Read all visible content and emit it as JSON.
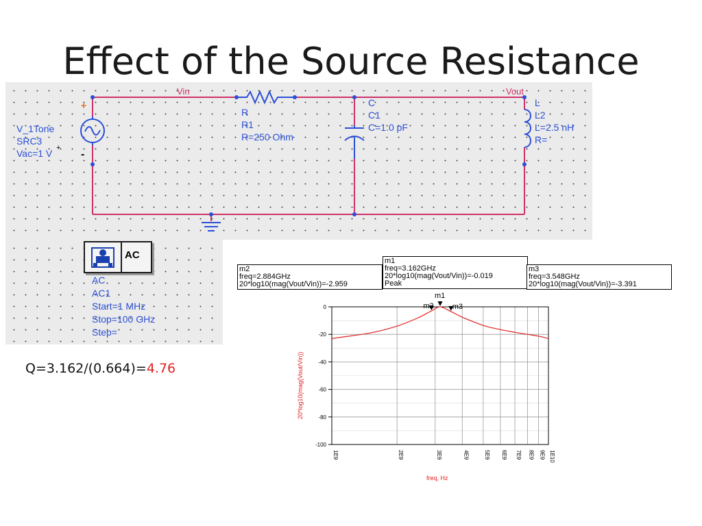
{
  "title": "Effect of the Source Resistance",
  "schematic": {
    "nodes": {
      "vin": "Vin",
      "vout": "Vout"
    },
    "source": {
      "type": "V_1Tone",
      "name": "SRC3",
      "param": "Vac=1 V",
      "plus": "+",
      "minus": "-",
      "plus_small": "+"
    },
    "resistor": {
      "type": "R",
      "name": "R1",
      "param": "R=250 Ohm"
    },
    "capacitor": {
      "type": "C",
      "name": "C1",
      "param": "C=1.0 pF"
    },
    "inductor": {
      "type": "L",
      "name": "L2",
      "param": "L=2.5 nH",
      "param2": "R="
    },
    "ac_sim": {
      "badge": "AC",
      "type": "AC",
      "name": "AC1",
      "start": "Start=1 MHz",
      "stop": "Stop=100 GHz",
      "step": "Step="
    }
  },
  "q_formula": {
    "prefix": "Q=3.162/(0.664)=",
    "value": "4.76"
  },
  "markers": {
    "m1": {
      "name": "m1",
      "freq": "freq=3.162GHz",
      "val": "20*log10(mag(Vout/Vin))=-0.019",
      "extra": "Peak"
    },
    "m2": {
      "name": "m2",
      "freq": "freq=2.884GHz",
      "val": "20*log10(mag(Vout/Vin))=-2.959"
    },
    "m3": {
      "name": "m3",
      "freq": "freq=3.548GHz",
      "val": "20*log10(mag(Vout/Vin))=-3.391"
    }
  },
  "colors": {
    "wire": "#d0306a",
    "blue": "#2a4fd6",
    "trace": "#e02020"
  },
  "chart_data": {
    "type": "line",
    "xlabel": "freq, Hz",
    "ylabel": "20*log10(mag(Vout/Vin))",
    "xscale": "log",
    "xlim": [
      1000000000.0,
      10000000000.0
    ],
    "ylim": [
      -100,
      0
    ],
    "yticks": [
      "0",
      "-20",
      "-40",
      "-60",
      "-80",
      "-100"
    ],
    "xticks": [
      "1E9",
      "2E9",
      "3E9",
      "4E9",
      "5E9",
      "6E9",
      "7E9",
      "8E9",
      "9E9",
      "1E10"
    ],
    "series": [
      {
        "x": [
          1000000000.0,
          1500000000.0,
          2000000000.0,
          2500000000.0,
          2884000000.0,
          3162000000.0,
          3548000000.0,
          4000000000.0,
          5000000000.0,
          6000000000.0,
          7000000000.0,
          8000000000.0,
          9000000000.0,
          10000000000.0
        ],
        "y": [
          -23,
          -19,
          -14,
          -8,
          -2.959,
          -0.019,
          -3.391,
          -7.5,
          -13.5,
          -16.5,
          -18.5,
          -20,
          -21.3,
          -23
        ]
      }
    ],
    "marker_points": [
      {
        "name": "m2",
        "x": 2884000000.0,
        "y": -2.959
      },
      {
        "name": "m1",
        "x": 3162000000.0,
        "y": -0.019
      },
      {
        "name": "m3",
        "x": 3548000000.0,
        "y": -3.391
      }
    ]
  }
}
